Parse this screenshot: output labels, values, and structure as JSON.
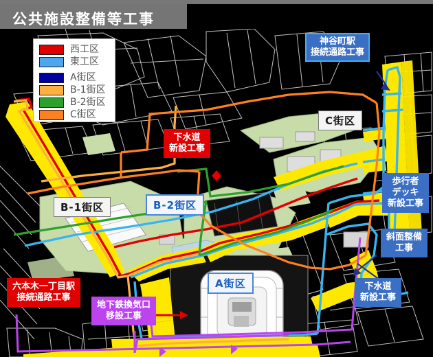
{
  "header": {
    "title": "公共施設整備等工事"
  },
  "legend": {
    "items": [
      {
        "label": "西工区",
        "color": "#e00000"
      },
      {
        "label": "東工区",
        "color": "#4da6f0"
      },
      {
        "label": "A街区",
        "color": "#0000a0"
      },
      {
        "label": "B-1街区",
        "color": "#ffb040"
      },
      {
        "label": "B-2街区",
        "color": "#2ea02e"
      },
      {
        "label": "C街区",
        "color": "#ff8020"
      }
    ]
  },
  "districts": [
    {
      "id": "b1",
      "label": "B-1街区"
    },
    {
      "id": "b2",
      "label": "B-2街区"
    },
    {
      "id": "a",
      "label": "A街区"
    },
    {
      "id": "c",
      "label": "C街区"
    }
  ],
  "callouts": [
    {
      "id": "kamiyacho",
      "line1": "神谷町駅",
      "line2": "接続通路工事",
      "line3": "",
      "style": "blue"
    },
    {
      "id": "sewer_north",
      "line1": "下水道",
      "line2": "新設工事",
      "line3": "",
      "style": "red"
    },
    {
      "id": "pedestrian_deck",
      "line1": "歩行者",
      "line2": "デッキ",
      "line3": "新設工事",
      "style": "blue2"
    },
    {
      "id": "slope",
      "line1": "斜面整備",
      "line2": "工事",
      "line3": "",
      "style": "blue2"
    },
    {
      "id": "sewer_east",
      "line1": "下水道",
      "line2": "新設工事",
      "line3": "",
      "style": "blue2"
    },
    {
      "id": "roppongi",
      "line1": "六本木一丁目駅",
      "line2": "接続通路工事",
      "line3": "",
      "style": "red"
    },
    {
      "id": "subway_vent",
      "line1": "地下鉄換気口",
      "line2": "移設工事",
      "line3": "",
      "style": "purple"
    }
  ],
  "map_colors": {
    "background": "#000000",
    "linework": "#c8c8c8",
    "park": "#c8dcaa",
    "road": "#ffe800",
    "building": "#f2f2f2",
    "west_route": "#e00000",
    "east_route": "#38b4f0",
    "a_route": "#0000a0",
    "b1_route": "#ffb040",
    "b2_route": "#2ea02e",
    "c_route": "#ff8020",
    "vent_route": "#bb44ee"
  }
}
